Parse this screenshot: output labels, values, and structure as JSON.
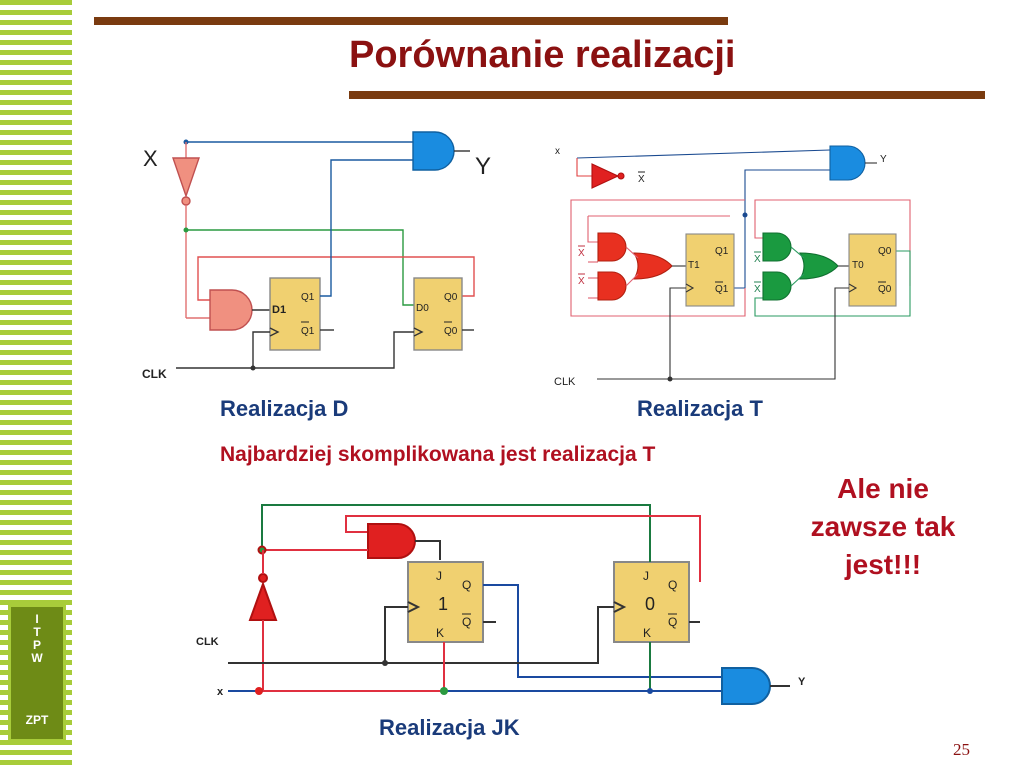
{
  "slide": {
    "title": "Porównanie realizacji",
    "page_number": "25",
    "sidebar": {
      "letters": [
        "I",
        "T",
        "P",
        "W"
      ],
      "zpt": "ZPT"
    }
  },
  "diagram_d": {
    "caption": "Realizacja D",
    "labels": {
      "x": "X",
      "y": "Y",
      "clk": "CLK",
      "ff1_in": "D1",
      "ff1_q": "Q1",
      "ff1_qn": "Q1",
      "ff0_in": "D0",
      "ff0_q": "Q0",
      "ff0_qn": "Q0"
    }
  },
  "diagram_t": {
    "caption": "Realizacja T",
    "labels": {
      "x": "x",
      "y": "Y",
      "xbar": "X",
      "clk": "CLK",
      "ff1_in": "T1",
      "ff1_q": "Q1",
      "ff1_qn": "Q1",
      "ff0_in": "T0",
      "ff0_q": "Q0",
      "ff0_qn": "Q0",
      "gx1": "X",
      "gx2": "X",
      "gx3": "X",
      "gx4": "X"
    }
  },
  "diagram_jk": {
    "caption": "Realizacja JK",
    "labels": {
      "clk": "CLK",
      "x": "x",
      "y": "Y",
      "ff1_j": "J",
      "ff1_k": "K",
      "ff1_q": "Q",
      "ff1_qn": "Q",
      "ff1_state": "1",
      "ff0_j": "J",
      "ff0_k": "K",
      "ff0_q": "Q",
      "ff0_qn": "Q",
      "ff0_state": "0"
    }
  },
  "comment": "Najbardziej skomplikowana jest realizacja T",
  "callout": [
    "Ale nie",
    "zawsze tak",
    "jest!!!"
  ],
  "colors": {
    "title": "#8b1111",
    "caption": "#1a3b7a",
    "accent_red": "#b01020",
    "ff_fill": "#f0d070",
    "and_blue": "#1a8ce0",
    "and_red": "#e02020",
    "and_green": "#1a9a40",
    "and_pink": "#f08c80"
  }
}
